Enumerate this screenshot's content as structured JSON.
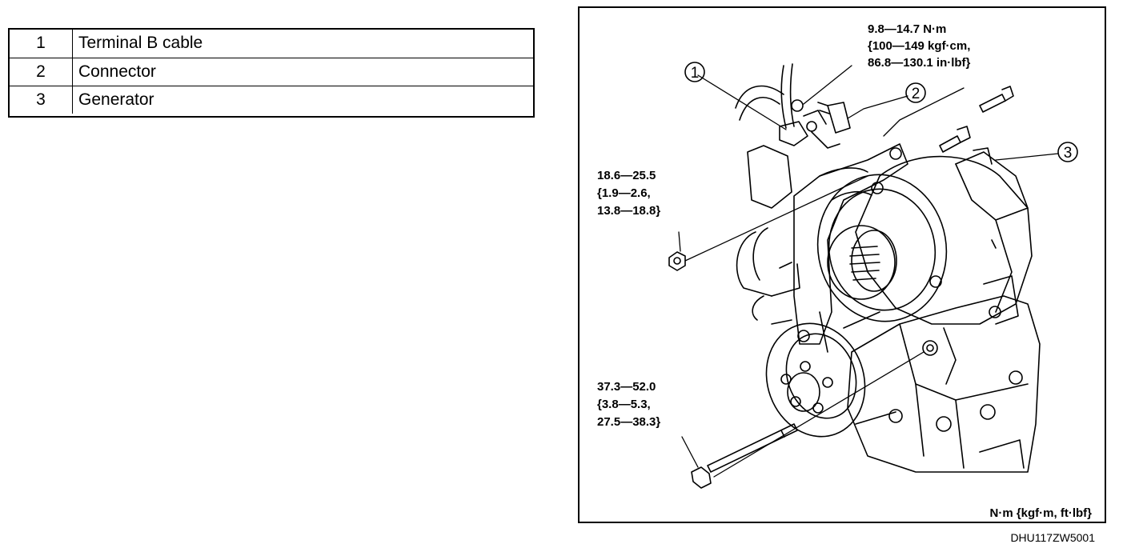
{
  "parts_table": [
    {
      "num": "1",
      "name": "Terminal B cable"
    },
    {
      "num": "2",
      "name": "Connector"
    },
    {
      "num": "3",
      "name": "Generator"
    }
  ],
  "callouts": [
    {
      "num": "1"
    },
    {
      "num": "2"
    },
    {
      "num": "3"
    }
  ],
  "torques": {
    "top": [
      "9.8—14.7 N·m",
      "{100—149 kgf·cm,",
      "86.8—130.1 in·lbf}"
    ],
    "middle": [
      "18.6—25.5",
      "{1.9—2.6,",
      "13.8—18.8}"
    ],
    "bottom": [
      "37.3—52.0",
      "{3.8—5.3,",
      "27.5—38.3}"
    ]
  },
  "units_note": "N·m {kgf·m, ft·lbf}",
  "figure_code": "DHU117ZW5001"
}
